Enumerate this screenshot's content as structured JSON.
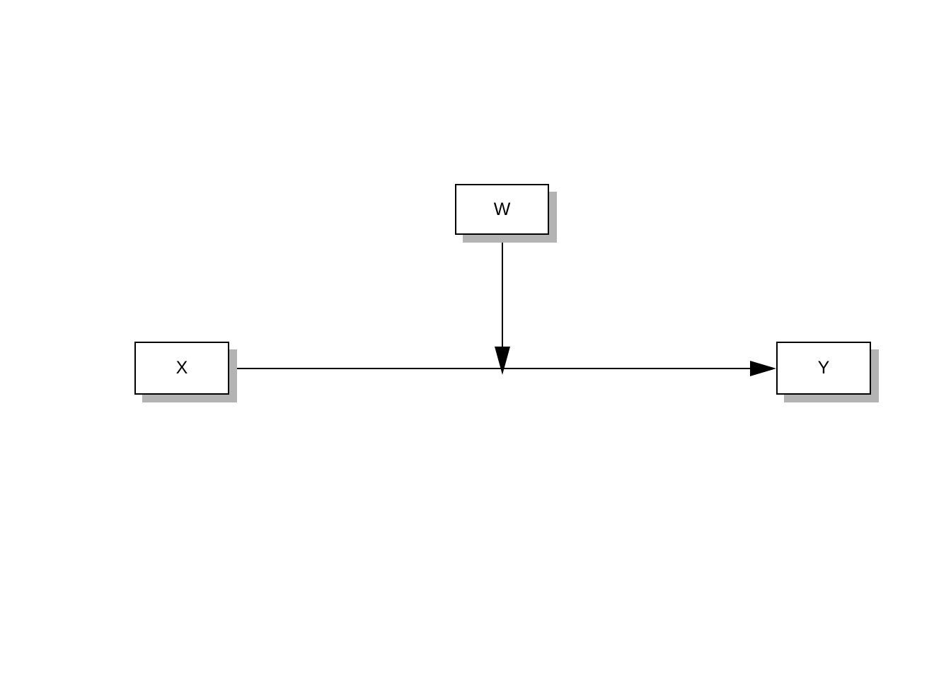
{
  "diagram": {
    "background_color": "#ffffff",
    "node_fill_color": "#ffffff",
    "node_border_color": "#000000",
    "node_shadow_color": "#b3b3b3",
    "edge_color": "#000000",
    "nodes": [
      {
        "id": "W",
        "label": "W"
      },
      {
        "id": "X",
        "label": "X"
      },
      {
        "id": "Y",
        "label": "Y"
      }
    ],
    "edges": [
      {
        "from": "X",
        "to": "Y",
        "style": "arrow"
      },
      {
        "from": "W",
        "to": "X-Y path",
        "style": "arrow"
      }
    ]
  }
}
